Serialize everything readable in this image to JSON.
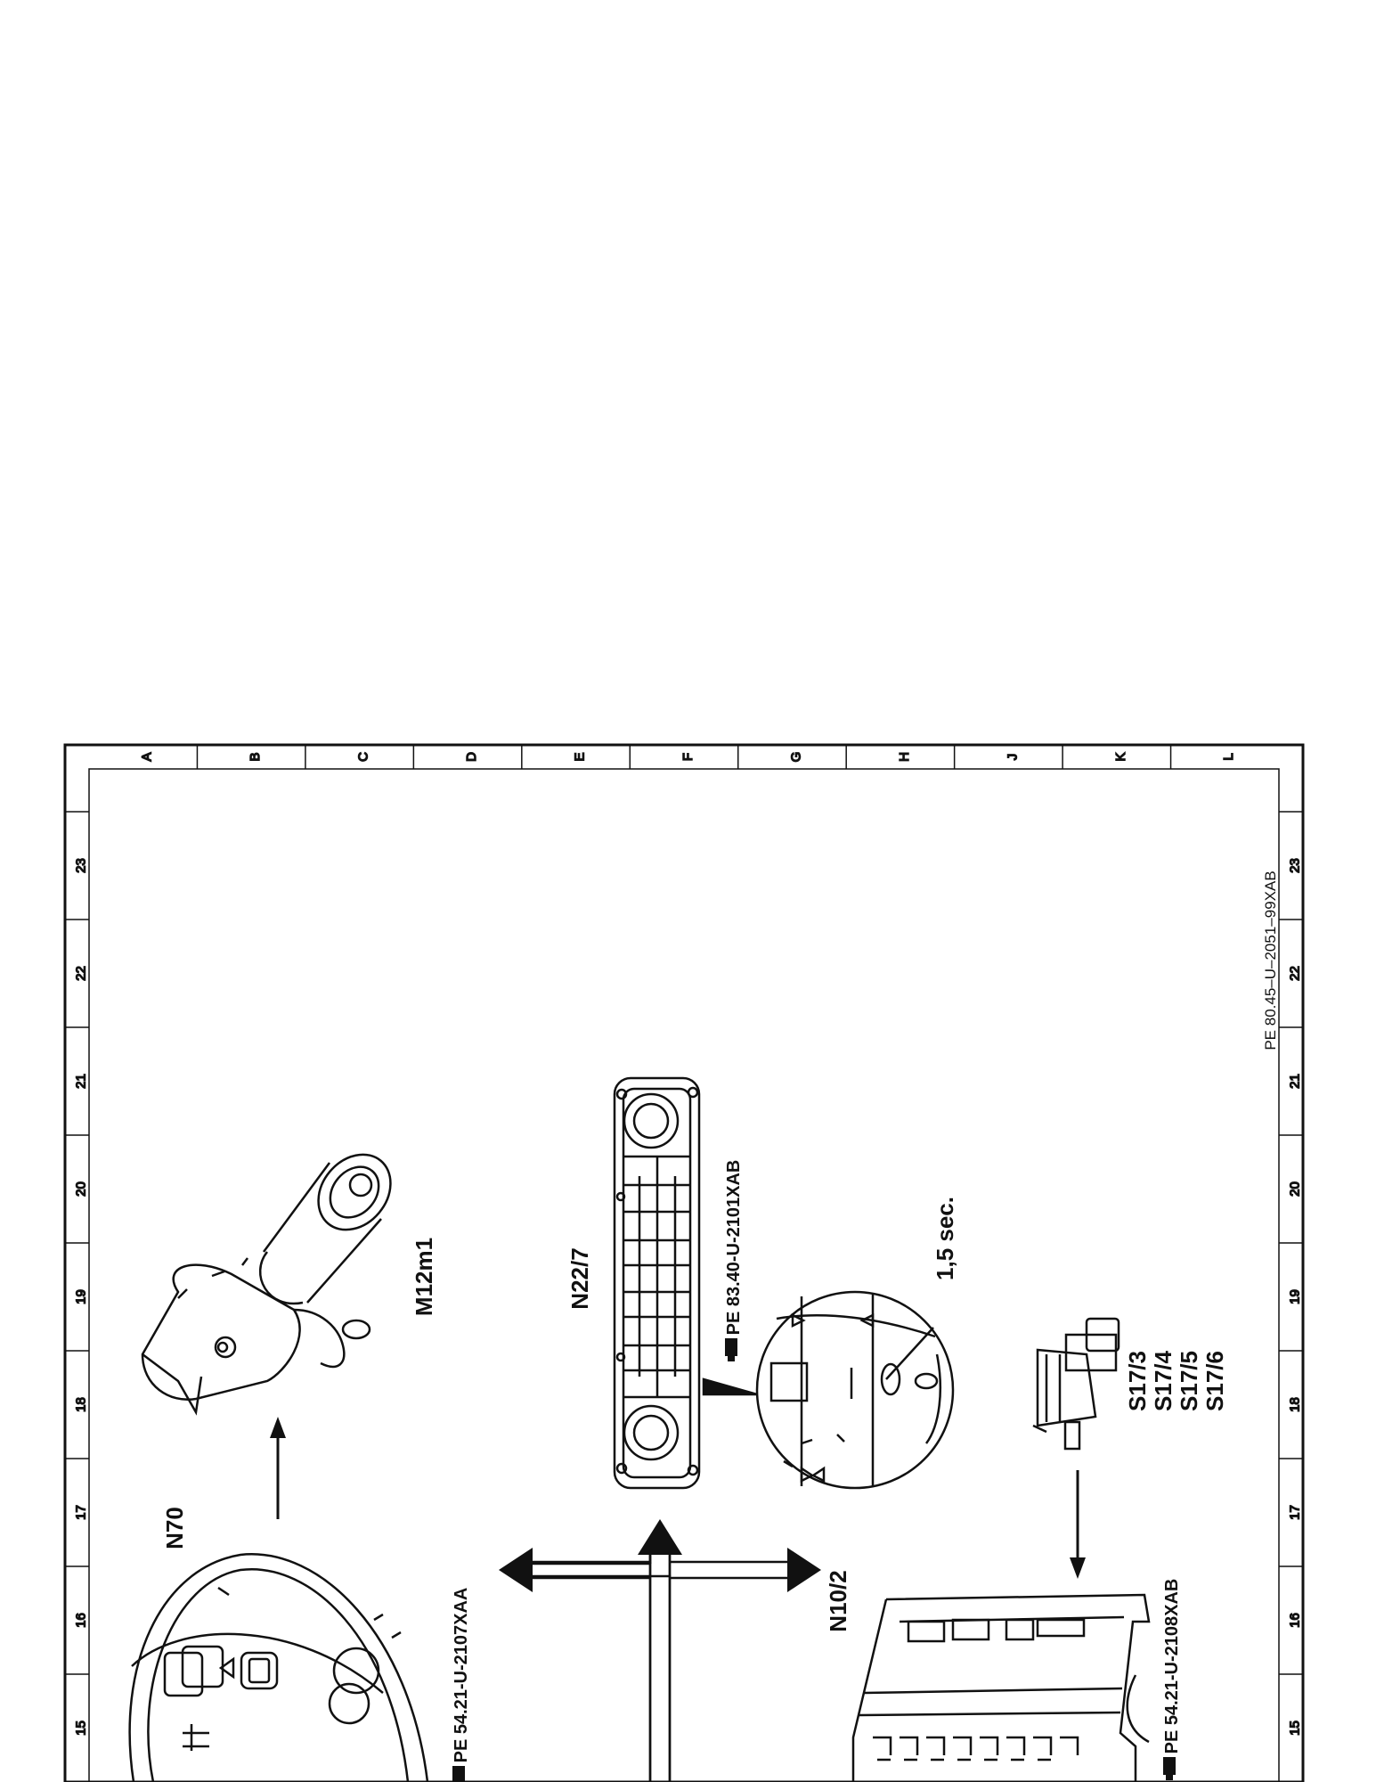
{
  "sheet": {
    "columns": [
      "A",
      "B",
      "C",
      "D",
      "E",
      "F",
      "G",
      "H",
      "J",
      "K",
      "L"
    ],
    "rows": [
      "23",
      "22",
      "21",
      "20",
      "19",
      "18",
      "17",
      "16",
      "15"
    ],
    "doc_id": "PE 80.45–U–2051–99XAB"
  },
  "components": {
    "n70": {
      "label": "N70",
      "ref": "PE  54.21-U-2107XAA"
    },
    "m12m1": {
      "label": "M12m1"
    },
    "n22_7": {
      "label": "N22/7",
      "ref": "PE  83.40-U-2101XAB",
      "detail_note": "1,5  sec."
    },
    "switches": {
      "labels": [
        "S17/3",
        "S17/4",
        "S17/5",
        "S17/6"
      ]
    },
    "n10_2": {
      "label": "N10/2",
      "ref": "PE  54.21-U-2108XAB"
    }
  },
  "icons": [
    "reference-hand-icon"
  ]
}
